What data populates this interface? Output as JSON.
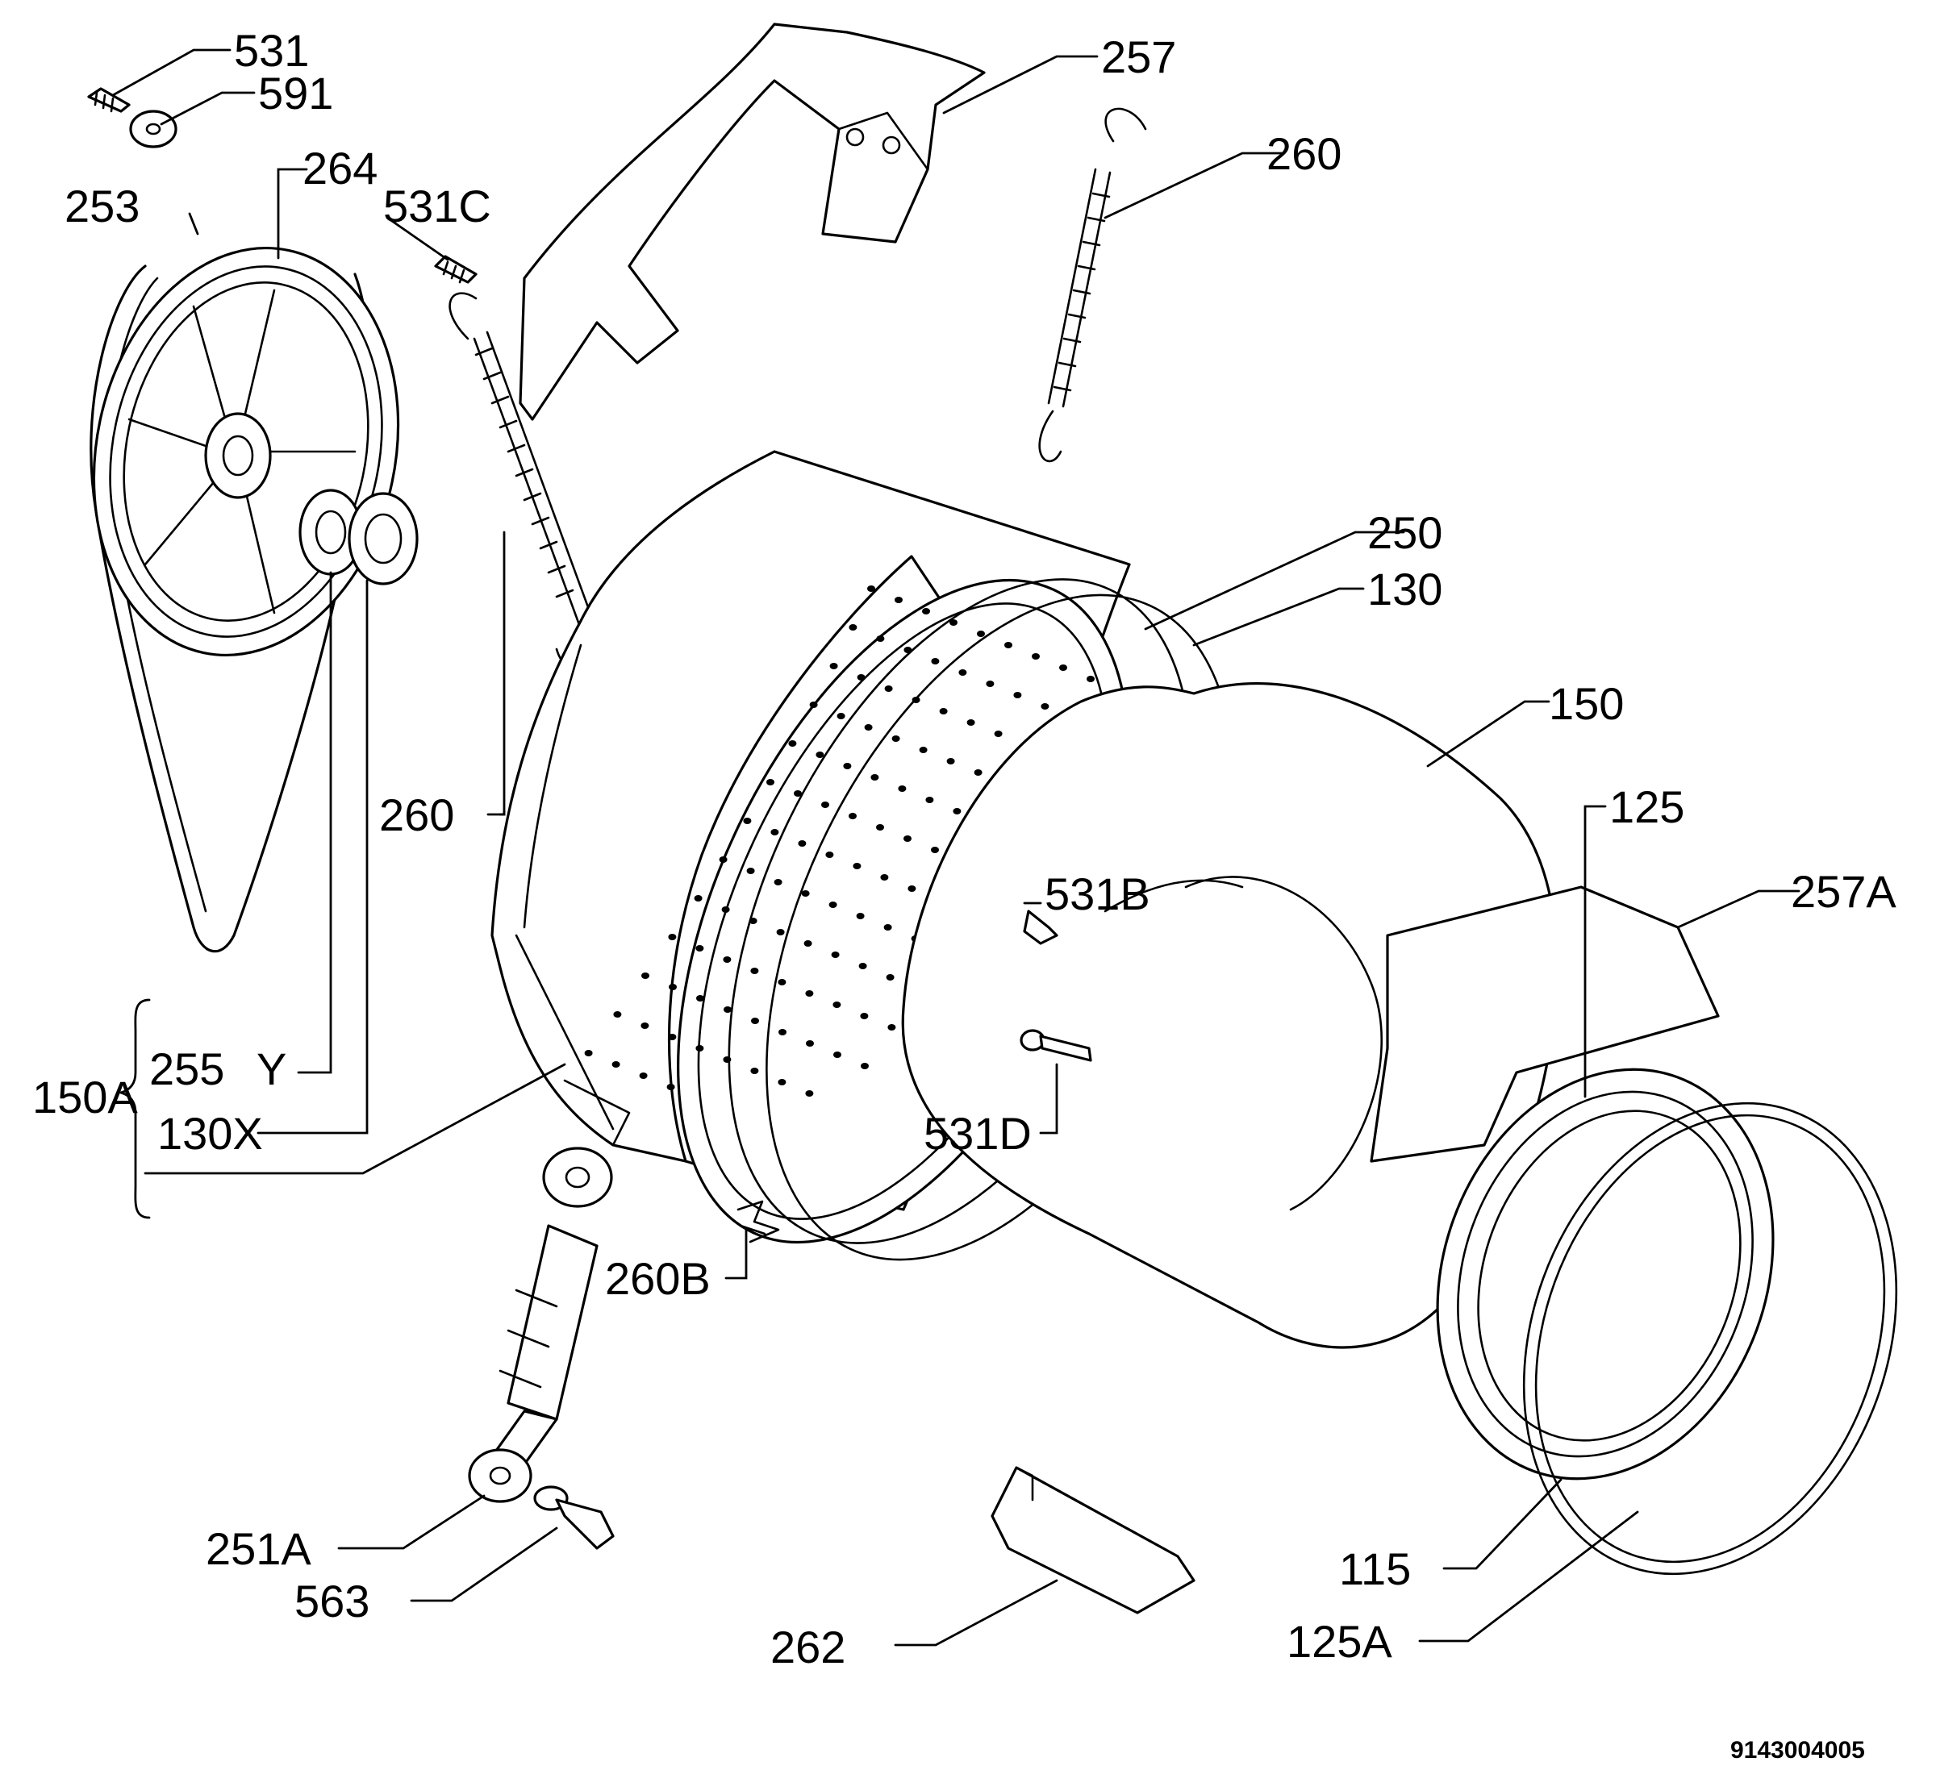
{
  "diagram": {
    "drawing_number": "9143004005",
    "callouts": {
      "c531": "531",
      "c591": "591",
      "c257": "257",
      "c260_top": "260",
      "c253": "253",
      "c264": "264",
      "c531c": "531C",
      "c250": "250",
      "c130": "130",
      "c150": "150",
      "c260_left": "260",
      "c125": "125",
      "c531b": "531B",
      "c257a": "257A",
      "c255": "255",
      "c255_y": "Y",
      "c150a": "150A",
      "c130x": "130X",
      "c531d": "531D",
      "c260b": "260B",
      "c251a": "251A",
      "c563": "563",
      "c115": "115",
      "c262": "262",
      "c125a": "125A"
    }
  }
}
